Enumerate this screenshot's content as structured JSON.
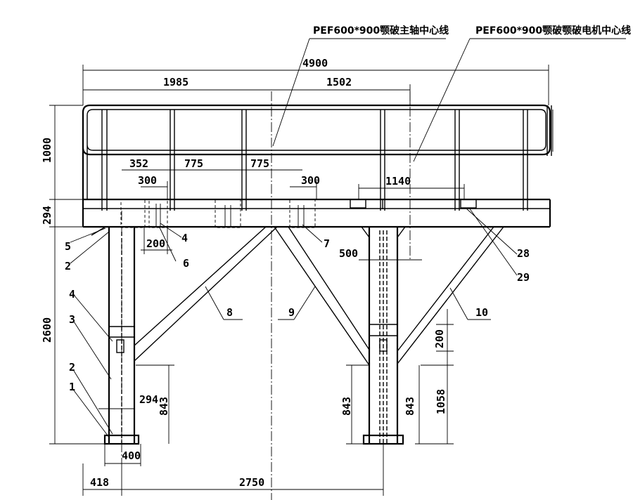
{
  "title_labels": {
    "main_shaft": "PEF600*900颚破主轴中心线",
    "motor": "PEF600*900颚破颚破电机中心线"
  },
  "dimensions": {
    "total_width": "4900",
    "left_span": "1985",
    "right_span": "1502",
    "rail_height": "1000",
    "beam_height": "294",
    "dim_352": "352",
    "dim_300a": "300",
    "dim_775a": "775",
    "dim_775b": "775",
    "dim_300b": "300",
    "dim_1140": "1140",
    "dim_200a": "200",
    "dim_500": "500",
    "leg_height": "2600",
    "dim_200b": "200",
    "dim_294b": "294",
    "dim_843a": "843",
    "dim_843b": "843",
    "dim_843c": "843",
    "dim_1058": "1058",
    "dim_400": "400",
    "dim_418": "418",
    "dim_2750": "2750"
  },
  "part_numbers": {
    "p5": "5",
    "p2a": "2",
    "p4a": "4",
    "p6": "6",
    "p7": "7",
    "p28": "28",
    "p29": "29",
    "p8": "8",
    "p9": "9",
    "p10": "10",
    "p4b": "4",
    "p3": "3",
    "p2b": "2",
    "p1": "1"
  }
}
